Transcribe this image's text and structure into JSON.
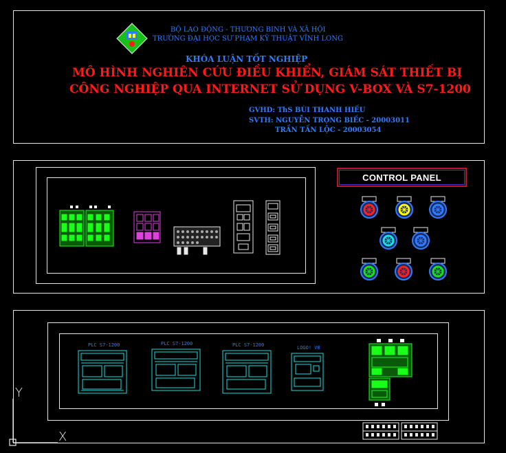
{
  "title_block": {
    "ministry": "BỘ LAO ĐỘNG - THƯƠNG BINH VÀ XÃ HỘI",
    "university": "TRƯỜNG ĐẠI HỌC SƯ PHẠM KỸ THUẬT VĨNH LONG",
    "thesis_type": "KHÓA LUẬN TỐT NGHIỆP",
    "title_line1": "MÔ HÌNH NGHIÊN CỨU ĐIỀU KHIỂN, GIÁM SÁT THIẾT BỊ",
    "title_line2": "CÔNG NGHIỆP QUA INTERNET SỬ DỤNG V-BOX VÀ S7-1200",
    "advisor": "GVHD: ThS BÙI THANH HIẾU",
    "student1": "SVTH: NGUYỄN TRỌNG BIẾC - 20003011",
    "student2": "TRẦN TẤN LỘC - 20003054"
  },
  "control_panel": {
    "label": "CONTROL PANEL",
    "buttons": [
      {
        "color": "#ff2020"
      },
      {
        "color": "#ffff00"
      },
      {
        "color": "#2f7cff"
      },
      {
        "color": "#19e0e0"
      },
      {
        "color": "#2f7cff"
      },
      {
        "color": "#19e019"
      },
      {
        "color": "#ff2020"
      },
      {
        "color": "#19e019"
      }
    ]
  },
  "plc_labels": [
    "PLC S7-1200",
    "PLC S7-1200",
    "PLC S7-1200",
    "LOGO! V8"
  ],
  "colors": {
    "frame": "#e8e8e8",
    "green": "#19ff19",
    "cyan": "#19e0e0",
    "magenta": "#e040e0",
    "blue": "#2f7cff",
    "red": "#ff1a1a"
  },
  "ucs_icon": {
    "x_axis": "X",
    "y_axis": "Y"
  }
}
